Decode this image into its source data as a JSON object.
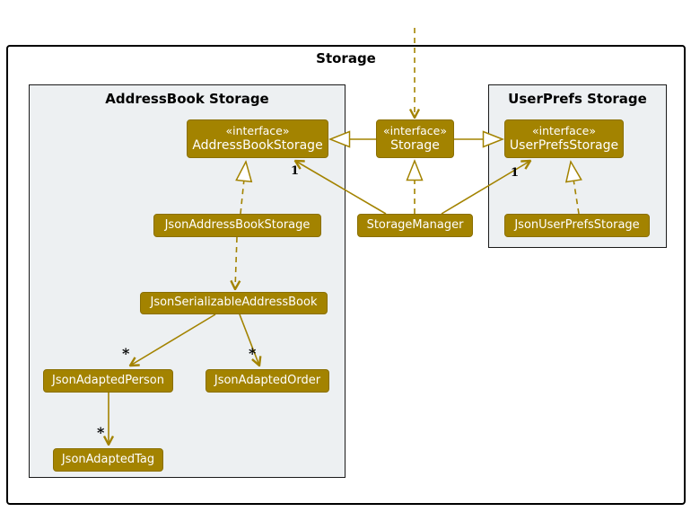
{
  "diagram": {
    "frame_title": "Storage",
    "packages": {
      "addressbook": {
        "title": "AddressBook Storage"
      },
      "userprefs": {
        "title": "UserPrefs Storage"
      }
    },
    "nodes": {
      "addressBookStorage": {
        "stereotype": "«interface»",
        "name": "AddressBookStorage"
      },
      "storage": {
        "stereotype": "«interface»",
        "name": "Storage"
      },
      "userPrefsStorage": {
        "stereotype": "«interface»",
        "name": "UserPrefsStorage"
      },
      "jsonAddressBookStorage": {
        "name": "JsonAddressBookStorage"
      },
      "storageManager": {
        "name": "StorageManager"
      },
      "jsonUserPrefsStorage": {
        "name": "JsonUserPrefsStorage"
      },
      "jsonSerializableAddressBook": {
        "name": "JsonSerializableAddressBook"
      },
      "jsonAdaptedPerson": {
        "name": "JsonAdaptedPerson"
      },
      "jsonAdaptedOrder": {
        "name": "JsonAdaptedOrder"
      },
      "jsonAdaptedTag": {
        "name": "JsonAdaptedTag"
      }
    },
    "multiplicities": {
      "storageManager_to_addressBookStorage": "1",
      "storageManager_to_userPrefsStorage": "1",
      "serializable_to_person": "*",
      "serializable_to_order": "*",
      "person_to_tag": "*"
    },
    "colors": {
      "node_fill": "#A38300",
      "node_border": "#8A6F00",
      "node_text": "#FFFFFF",
      "edge": "#A38300",
      "package_fill": "#EDF0F2",
      "package_border": "#1A1A1A",
      "frame_border": "#000000",
      "label_text": "#000000"
    }
  }
}
